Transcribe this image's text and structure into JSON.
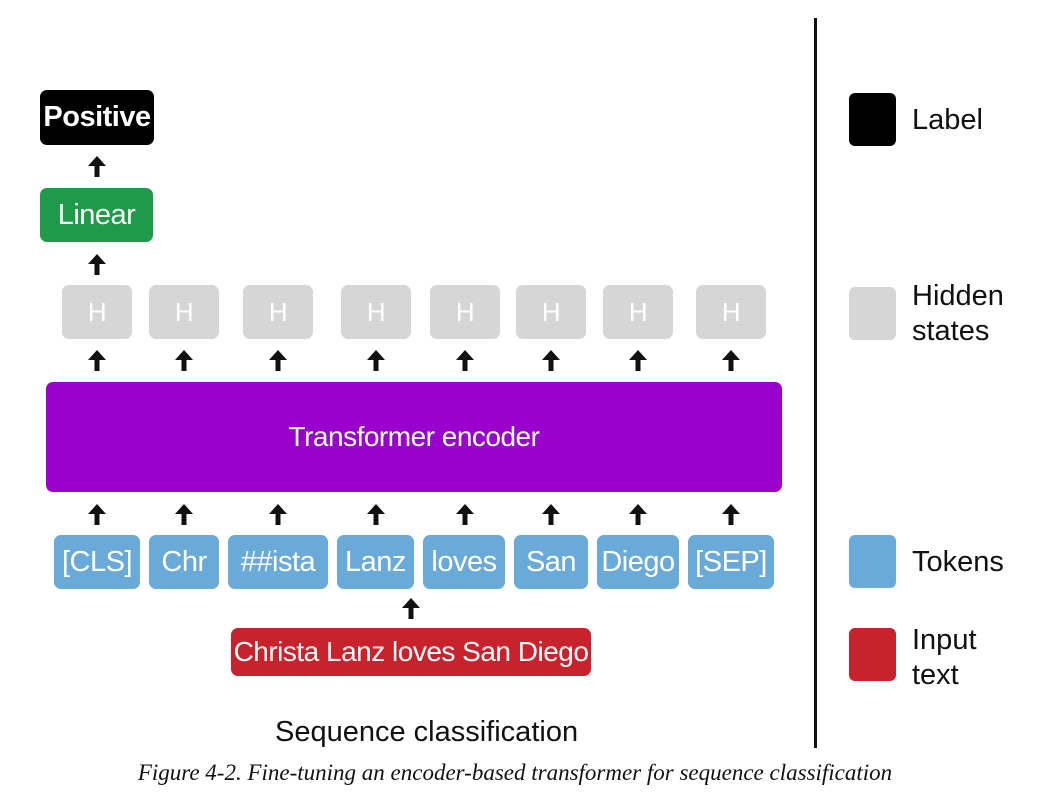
{
  "diagram": {
    "output_label": "Positive",
    "linear_label": "Linear",
    "hidden_states": [
      "H",
      "H",
      "H",
      "H",
      "H",
      "H",
      "H",
      "H"
    ],
    "encoder_label": "Transformer encoder",
    "tokens": [
      "[CLS]",
      "Chr",
      "##ista",
      "Lanz",
      "loves",
      "San",
      "Diego",
      "[SEP]"
    ],
    "input_text": "Christa Lanz loves San Diego",
    "subtitle": "Sequence classification"
  },
  "legend": {
    "label": "Label",
    "hidden_line1": "Hidden",
    "hidden_line2": "states",
    "tokens": "Tokens",
    "input_line1": "Input",
    "input_line2": "text"
  },
  "caption": "Figure 4-2. Fine-tuning an encoder-based transformer for sequence classification",
  "colors": {
    "label": "#000000",
    "linear": "#1e9a48",
    "hidden": "#d6d6d6",
    "encoder": "#9a00cc",
    "tokens": "#6aaad8",
    "input": "#c8232c"
  }
}
